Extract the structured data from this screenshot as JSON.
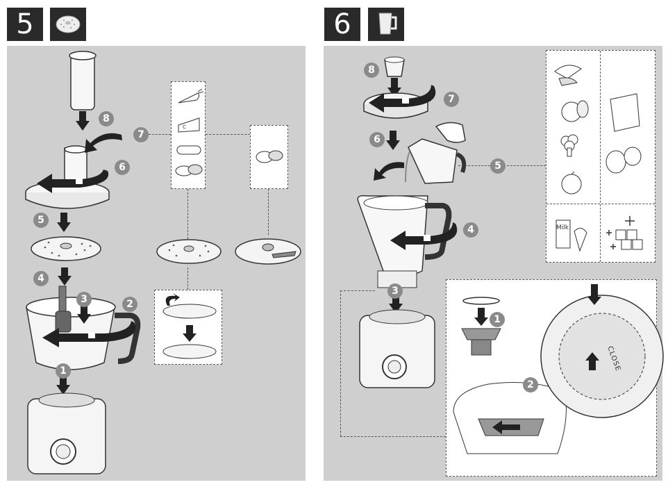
{
  "left_section": {
    "step_number": "5",
    "header_icon": "disc-icon",
    "step_labels": [
      "1",
      "2",
      "3",
      "4",
      "5",
      "6",
      "7",
      "8"
    ]
  },
  "right_section": {
    "step_number": "6",
    "header_icon": "blender-jar-icon",
    "step_labels": [
      "1",
      "2",
      "3",
      "4",
      "5",
      "6",
      "7",
      "8"
    ],
    "inset_labels": [
      "1",
      "2"
    ],
    "milk_label": "Milk",
    "close_label": "CLOSE"
  },
  "colors": {
    "panel": "#cfcfcf",
    "dark": "#2a2a2a",
    "badge": "#8a8a8a"
  }
}
